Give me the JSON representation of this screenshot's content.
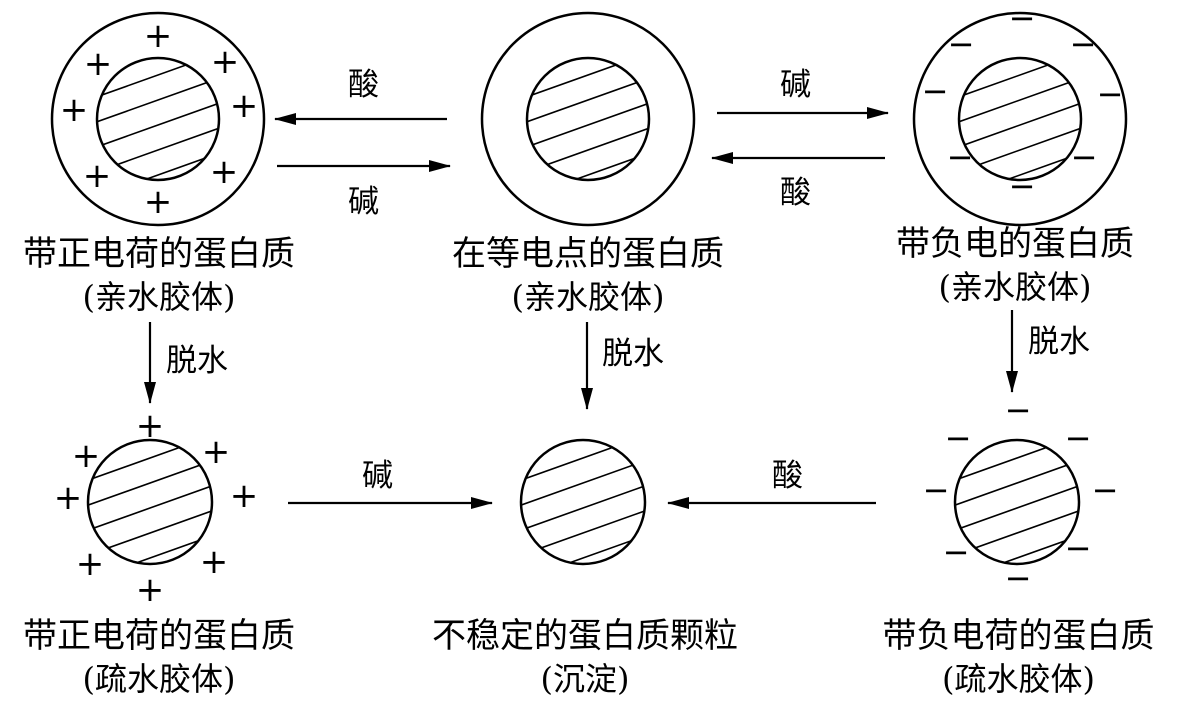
{
  "labels": {
    "pos_hydrophilic_title": "带正电荷的蛋白质",
    "pos_hydrophilic_sub": "(亲水胶体)",
    "iso_title": "在等电点的蛋白质",
    "iso_sub": "(亲水胶体)",
    "neg_hydrophilic_title": "带负电的蛋白质",
    "neg_hydrophilic_sub": "(亲水胶体)",
    "pos_hydrophobic_title": "带正电荷的蛋白质",
    "pos_hydrophobic_sub": "(疏水胶体)",
    "unstable_title": "不稳定的蛋白质颗粒",
    "unstable_sub": "(沉淀)",
    "neg_hydrophobic_title": "带负电荷的蛋白质",
    "neg_hydrophobic_sub": "(疏水胶体)"
  },
  "conditions": {
    "acid": "酸",
    "base": "碱",
    "dehydrate": "脱水"
  },
  "charge_symbols": {
    "positive": "+",
    "negative": "−"
  },
  "colors": {
    "line": "#000000",
    "background": "#ffffff"
  }
}
